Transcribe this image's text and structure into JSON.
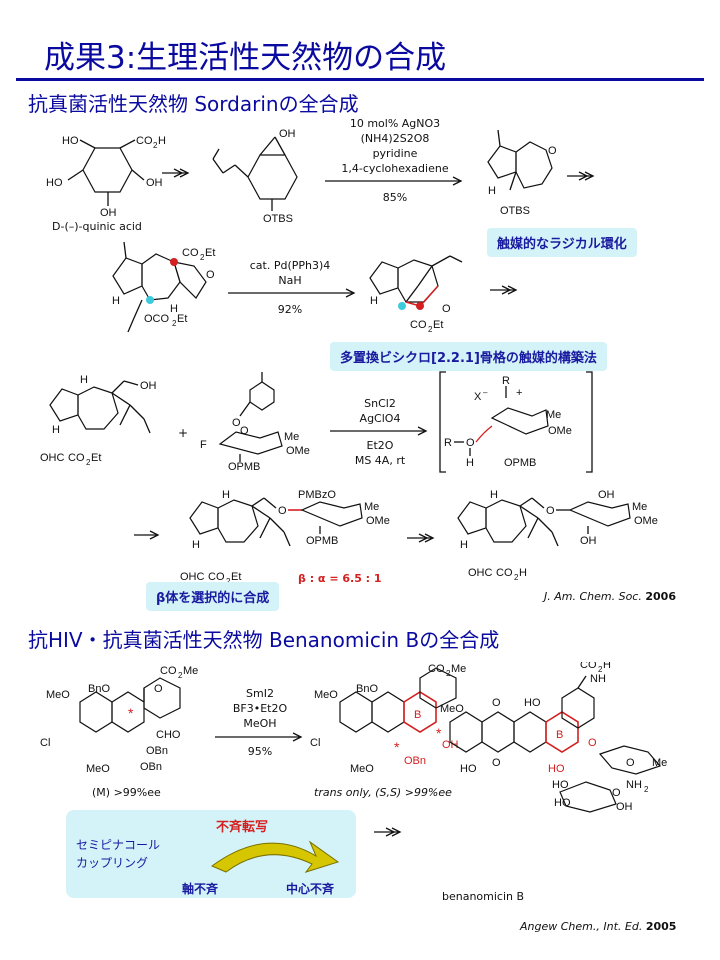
{
  "title": "成果3:生理活性天然物の合成",
  "section1": {
    "heading": "抗真菌活性天然物 Sordarinの全合成",
    "step1_conditions": [
      "10 mol% AgNO3",
      "(NH4)2S2O8",
      "pyridine",
      "1,4-cyclohexadiene",
      "85%"
    ],
    "step2_conditions": [
      "cat. Pd(PPh3)4",
      "NaH",
      "92%"
    ],
    "step3_conditions": [
      "SnCl2",
      "AgClO4",
      "Et2O",
      "MS 4A, rt"
    ],
    "start_label": "D-(–)-quinic acid",
    "callout_radical": "触媒的なラジカル環化",
    "callout_bicyclo": "多置換ビシクロ[2.2.1]骨格の触媒的構築法",
    "callout_beta": "β体を選択的に合成",
    "ratio": "β : α = 6.5 : 1",
    "citation_journal": "J. Am. Chem. Soc.",
    "citation_year": "2006"
  },
  "section2": {
    "heading": "抗HIV・抗真菌活性天然物 Benanomicin Bの全合成",
    "conditions": [
      "SmI2",
      "BF3•Et2O",
      "MeOH",
      "95%"
    ],
    "sm_label": "(M) >99%ee",
    "product_label": "trans only, (S,S) >99%ee",
    "callout_title": "不斉転写",
    "callout_line1": "セミピナコール",
    "callout_line2": "カップリング",
    "axial": "軸不斉",
    "central": "中心不斉",
    "natural_label": "benanomicin B",
    "citation_journal": "Angew Chem., Int. Ed.",
    "citation_year": "2005"
  }
}
